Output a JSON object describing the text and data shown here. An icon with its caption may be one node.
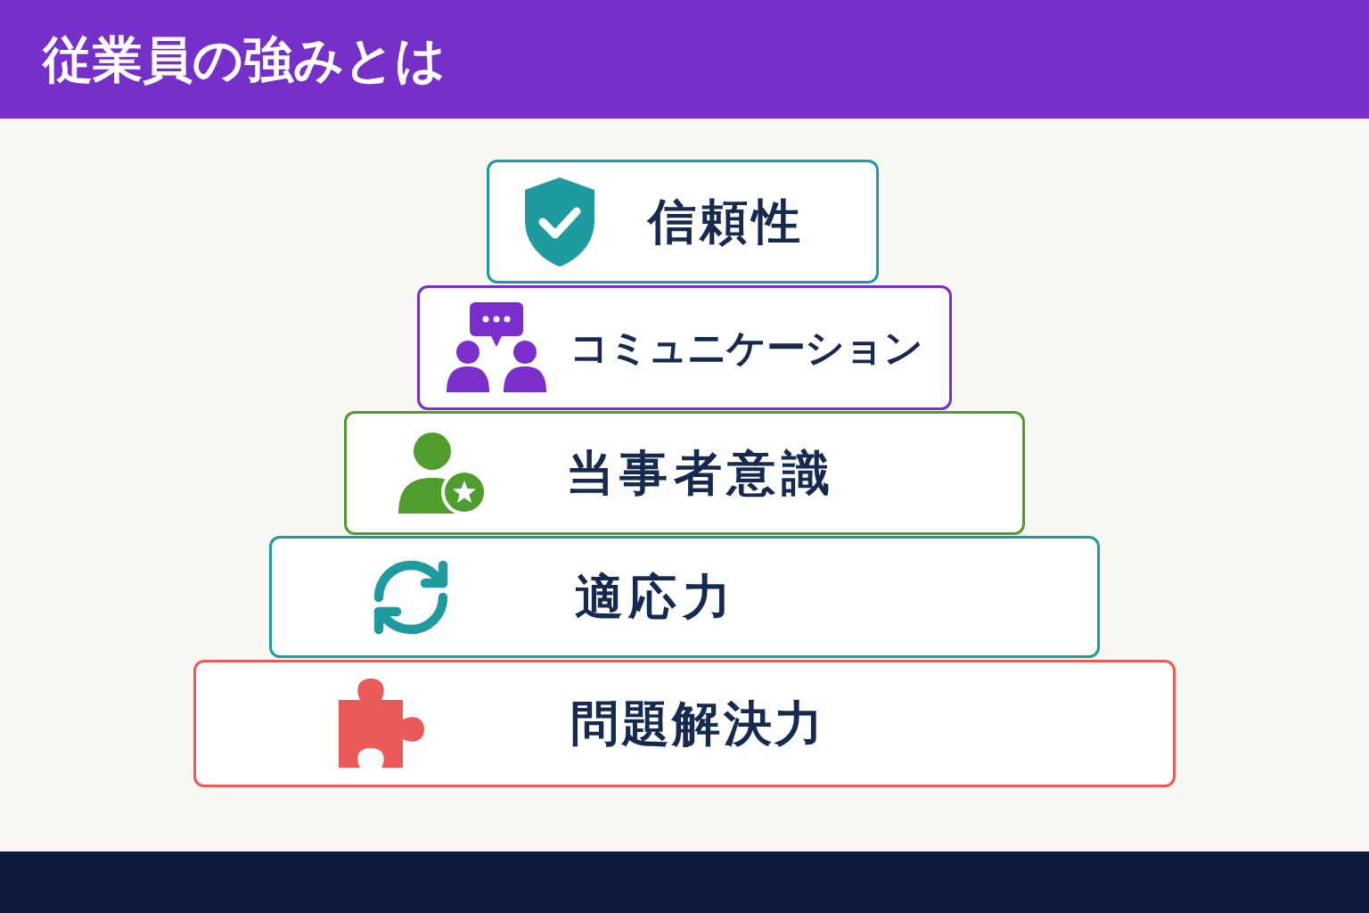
{
  "diagram": {
    "title": "従業員の強みとは",
    "nodes": [
      {
        "text": [
          "信頼性"
        ]
      },
      {
        "text": [
          "コミュニケーション"
        ]
      },
      {
        "text": [
          "当事者意識"
        ]
      },
      {
        "text": [
          "適応力"
        ]
      },
      {
        "text": [
          "問題解決力"
        ]
      }
    ]
  }
}
